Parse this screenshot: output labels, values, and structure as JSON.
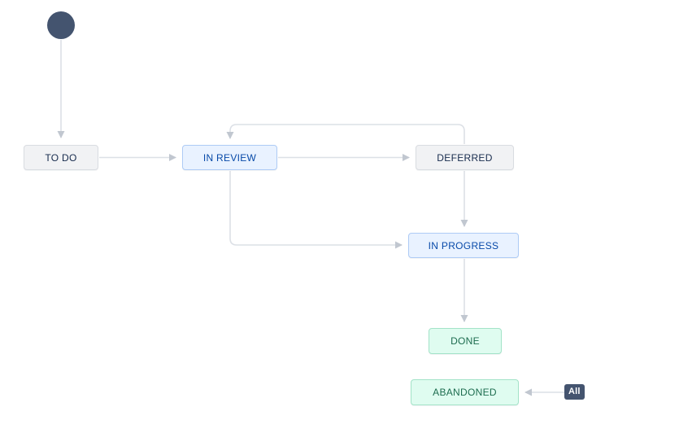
{
  "workflow": {
    "statuses": [
      {
        "id": "todo",
        "label": "TO DO",
        "category": "todo"
      },
      {
        "id": "in-review",
        "label": "IN REVIEW",
        "category": "in-progress"
      },
      {
        "id": "deferred",
        "label": "DEFERRED",
        "category": "todo"
      },
      {
        "id": "in-progress",
        "label": "IN PROGRESS",
        "category": "in-progress"
      },
      {
        "id": "done",
        "label": "DONE",
        "category": "done"
      },
      {
        "id": "abandoned",
        "label": "ABANDONED",
        "category": "done"
      }
    ],
    "transitions": [
      {
        "from": "start",
        "to": "todo"
      },
      {
        "from": "todo",
        "to": "in-review"
      },
      {
        "from": "in-review",
        "to": "deferred"
      },
      {
        "from": "deferred",
        "to": "in-review"
      },
      {
        "from": "in-review",
        "to": "in-progress"
      },
      {
        "from": "deferred",
        "to": "in-progress"
      },
      {
        "from": "in-progress",
        "to": "done"
      },
      {
        "from": "all",
        "to": "abandoned"
      }
    ],
    "all_badge": {
      "label": "All"
    }
  },
  "colors": {
    "canvas_bg": "#FFFFFF",
    "category_todo_bg": "#F1F2F4",
    "category_todo_border": "#D9DCE1",
    "category_todo_text": "#172B4D",
    "category_inprogress_bg": "#E9F2FF",
    "category_inprogress_border": "#AECBF5",
    "category_inprogress_text": "#0749A8",
    "category_done_bg": "#DFFCF0",
    "category_done_border": "#A3E3C8",
    "category_done_text": "#1D6C4F",
    "start_node_fill": "#44546F",
    "all_badge_bg": "#44546F",
    "all_badge_text": "#FFFFFF",
    "edge_line": "#DCE0E6",
    "edge_arrowhead": "#C1C7D0"
  }
}
